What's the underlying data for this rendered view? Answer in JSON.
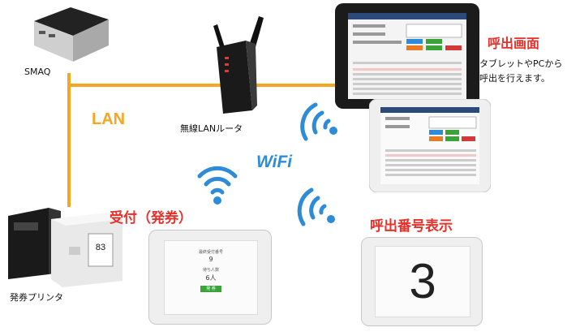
{
  "devices": {
    "smaq_label": "SMAQ",
    "router_label": "無線LANルータ",
    "printer_label": "発券プリンタ"
  },
  "network": {
    "lan_label": "LAN",
    "wifi_label": "WiFi"
  },
  "sections": {
    "call_screen_title": "呼出画面",
    "call_screen_desc_line1": "タブレットやPCから",
    "call_screen_desc_line2": "呼出を行えます。",
    "reception_title": "受付（発券）",
    "display_title": "呼出番号表示"
  },
  "display": {
    "number": "3"
  },
  "ticket": {
    "number": "83"
  },
  "reception_screen": {
    "line1": "最終受付番号",
    "number": "9",
    "line2": "待ち人数",
    "waiting": "6人",
    "button": "発 券"
  },
  "colors": {
    "lan_line": "#f5a623",
    "wifi_blue": "#2d8bd8",
    "title_red": "#e8302a"
  }
}
